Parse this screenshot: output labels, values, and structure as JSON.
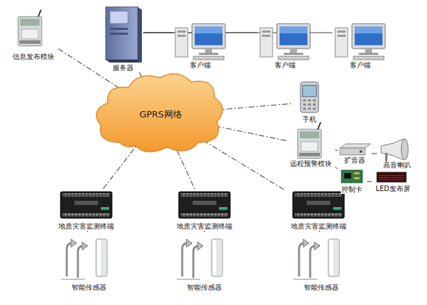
{
  "diagram": {
    "nodes": [
      {
        "text": [
          "信息发布模块"
        ]
      },
      {
        "text": [
          "服务器"
        ]
      },
      {
        "text": [
          "客户端"
        ]
      },
      {
        "text": [
          "客户端"
        ]
      },
      {
        "text": [
          "客户端"
        ]
      },
      {
        "text": [
          "GPRS网络"
        ]
      },
      {
        "text": [
          "手机"
        ]
      },
      {
        "text": [
          "远程预警模块"
        ]
      },
      {
        "text": [
          "扩音器"
        ]
      },
      {
        "text": [
          "高音喇叭"
        ]
      },
      {
        "text": [
          "控制卡"
        ]
      },
      {
        "text": [
          "LED发布屏"
        ]
      },
      {
        "text": [
          "地质灾害监测终端"
        ]
      },
      {
        "text": [
          "地质灾害监测终端"
        ]
      },
      {
        "text": [
          "地质灾害监测终端"
        ]
      },
      {
        "text": [
          "智能传感器"
        ]
      },
      {
        "text": [
          "智能传感器"
        ]
      },
      {
        "text": [
          "智能传感器"
        ]
      }
    ],
    "edges": [
      {
        "from": 0,
        "to": 5,
        "arrow": "none"
      },
      {
        "from": 1,
        "to": 5,
        "arrow": "none"
      },
      {
        "from": 1,
        "to": 2,
        "arrow": "none"
      },
      {
        "from": 1,
        "to": 3,
        "arrow": "none"
      },
      {
        "from": 1,
        "to": 4,
        "arrow": "none"
      },
      {
        "from": 5,
        "to": 6,
        "arrow": "none"
      },
      {
        "from": 5,
        "to": 7,
        "arrow": "none"
      },
      {
        "from": 7,
        "to": 8,
        "arrow": "none"
      },
      {
        "from": 8,
        "to": 9,
        "arrow": "none"
      },
      {
        "from": 7,
        "to": 10,
        "arrow": "none"
      },
      {
        "from": 10,
        "to": 11,
        "arrow": "none"
      },
      {
        "from": 5,
        "to": 12,
        "arrow": "none"
      },
      {
        "from": 5,
        "to": 13,
        "arrow": "none"
      },
      {
        "from": 5,
        "to": 14,
        "arrow": "none"
      },
      {
        "from": 12,
        "to": 15,
        "arrow": "none"
      },
      {
        "from": 13,
        "to": 16,
        "arrow": "none"
      },
      {
        "from": 14,
        "to": 17,
        "arrow": "none"
      }
    ]
  }
}
